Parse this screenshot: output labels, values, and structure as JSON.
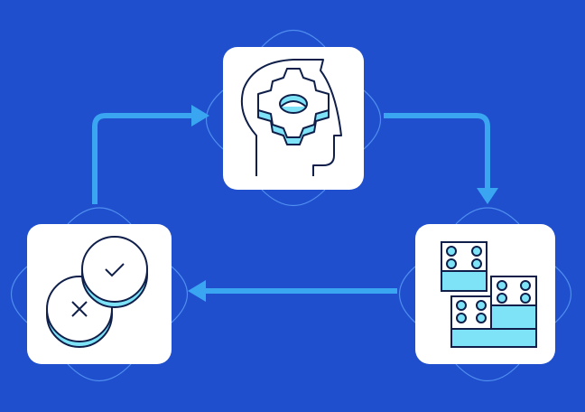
{
  "colors": {
    "background": "#1f4fcc",
    "arrow": "#3aa6f2",
    "card": "#ffffff",
    "outline": "#0f1f4a",
    "fill": "#7fe3f7",
    "halo": "#4f8ef0"
  },
  "nodes": [
    {
      "id": "think",
      "icon": "head-gear-icon"
    },
    {
      "id": "build",
      "icon": "building-blocks-icon"
    },
    {
      "id": "decide",
      "icon": "check-cross-coins-icon"
    }
  ],
  "flow": [
    "decide",
    "think",
    "build",
    "decide"
  ]
}
